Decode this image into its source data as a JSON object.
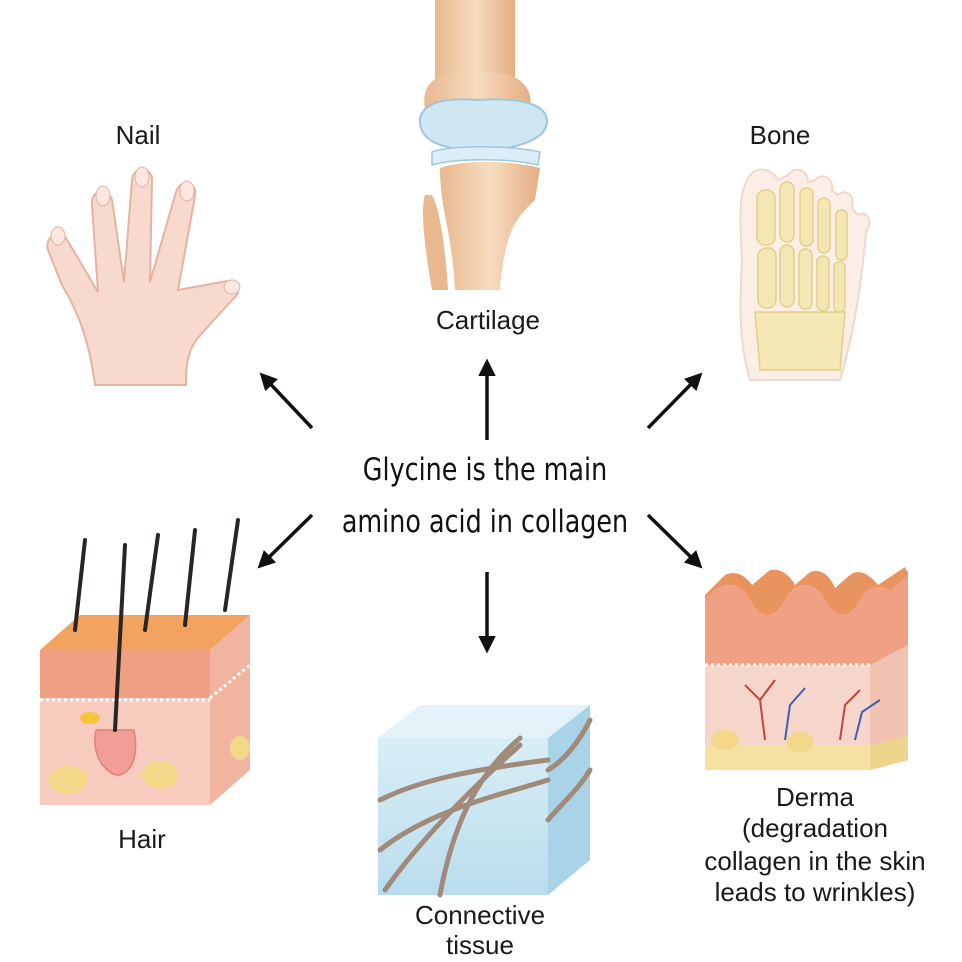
{
  "center": {
    "line1": "Glycine is the main",
    "line2": "amino acid in collagen"
  },
  "labels": {
    "nail": "Nail",
    "cartilage": "Cartilage",
    "bone": "Bone",
    "hair": "Hair",
    "connective_line1": "Connective",
    "connective_line2": "tissue",
    "derma_line1": "Derma",
    "derma_line2": "(degradation",
    "derma_line3": "collagen in the skin",
    "derma_line4": "leads to wrinkles)"
  },
  "colors": {
    "skin": "#f7d2c4",
    "skin_dark": "#e8a68e",
    "cartilage_blue": "#cfe6f3",
    "bone": "#f5e7b4",
    "epidermis_orange": "#e9945f",
    "dermis_pink": "#f6c6b4",
    "fat_yellow": "#f3d889",
    "tissue_blue": "#cfe8f2",
    "fiber_brown": "#a18a79",
    "arrow": "#111111"
  }
}
